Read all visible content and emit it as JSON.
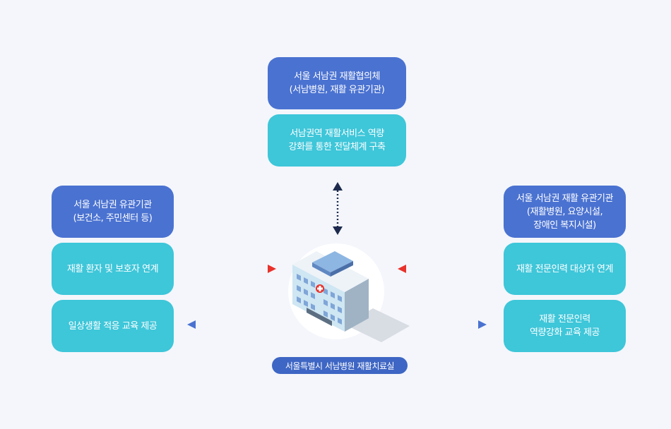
{
  "colors": {
    "background": "#f4f6fb",
    "blue_box": "#4a72d1",
    "teal_box": "#3ec6d9",
    "arrow_orange": "#f0832a",
    "arrow_red": "#e8322b",
    "arrow_teal": "#3ec6d9",
    "arrow_blue": "#4a72d1",
    "arrow_navy": "#1d2a4d"
  },
  "top": {
    "header": "서울 서남권 재활협의체\n(서남병원, 재활 유관기관)",
    "role": "서남권역 재활서비스 역량\n강화를 통한 전달체계 구축"
  },
  "left": {
    "header": "서울 서남권 유관기관\n(보건소, 주민센터 등)",
    "item1": "재활 환자 및 보호자 연계",
    "item2": "일상생활 적응 교육 제공"
  },
  "right": {
    "header": "서울 서남권 재활 유관기관\n(재활병원, 요양시설,\n장애인 복지시설)",
    "item1": "재활 전문인력 대상자 연계",
    "item2": "재활 전문인력\n역량강화 교육 제공"
  },
  "center": {
    "caption": "서울특별시 서남병원 재활치료실",
    "icon": "hospital-building-icon"
  }
}
